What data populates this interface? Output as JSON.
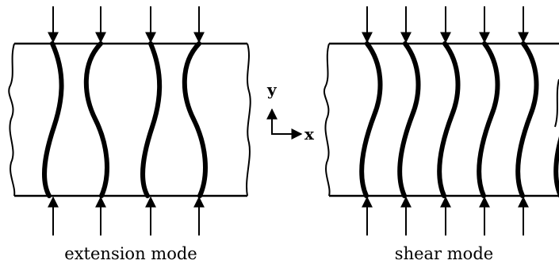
{
  "panels": [
    {
      "caption": "extension mode",
      "layer_count": 4,
      "deformation": "extension"
    },
    {
      "caption": "shear mode",
      "layer_count": 6,
      "deformation": "shear"
    }
  ],
  "axes": {
    "x_label": "x",
    "y_label": "y"
  },
  "colors": {
    "ink": "#000000",
    "background": "#ffffff"
  }
}
